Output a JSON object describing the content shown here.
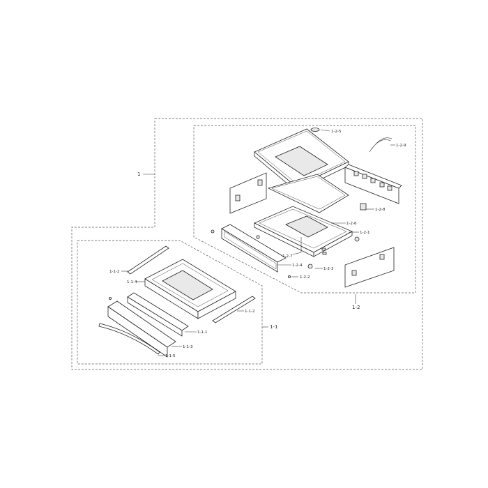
{
  "labels": {
    "l_1": "1",
    "l_1_2": "1-2",
    "l_1_1": "1-1",
    "l_1_2_5": "1-2-5",
    "l_1_2_9": "1-2-9",
    "l_1_2_8": "1-2-8",
    "l_1_2_6": "1-2-6",
    "l_1_2_1": "1-2-1",
    "l_1_2_7": "1-2-7",
    "l_1_2_4": "1-2-4",
    "l_1_2_3": "1-2-3",
    "l_1_2_2": "1-2-2",
    "l_1_1_2a": "1-1-2",
    "l_1_1_4": "1-1-4",
    "l_1_1_2b": "1-1-2",
    "l_1_1_1": "1-1-1",
    "l_1_1_3": "1-1-3",
    "l_1_1_5": "1-1-5"
  }
}
